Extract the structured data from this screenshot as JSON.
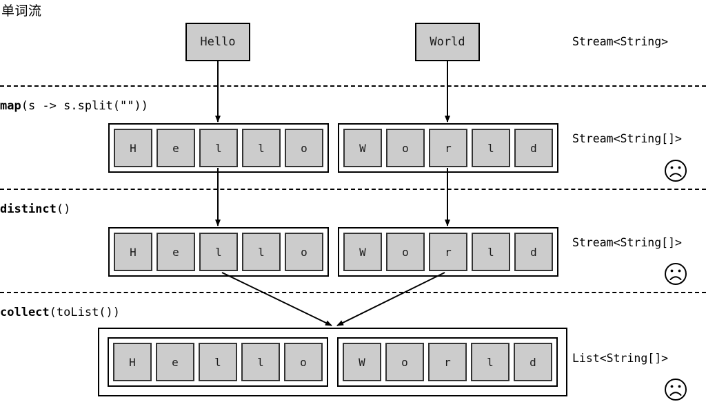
{
  "title": "单词流",
  "source_row": {
    "words": [
      {
        "text": "Hello"
      },
      {
        "text": "World"
      }
    ],
    "type_label": "Stream<String>"
  },
  "stages": [
    {
      "id": "map",
      "op_name": "map",
      "op_args": "(s -> s.split(\"\"))",
      "type_label": "Stream<String[]>",
      "status_icon": "sad-face-icon",
      "groups": [
        {
          "word": "Hello",
          "letters": [
            "H",
            "e",
            "l",
            "l",
            "o"
          ]
        },
        {
          "word": "World",
          "letters": [
            "W",
            "o",
            "r",
            "l",
            "d"
          ]
        }
      ]
    },
    {
      "id": "distinct",
      "op_name": "distinct",
      "op_args": "()",
      "type_label": "Stream<String[]>",
      "status_icon": "sad-face-icon",
      "groups": [
        {
          "word": "Hello",
          "letters": [
            "H",
            "e",
            "l",
            "l",
            "o"
          ]
        },
        {
          "word": "World",
          "letters": [
            "W",
            "o",
            "r",
            "l",
            "d"
          ]
        }
      ]
    },
    {
      "id": "collect",
      "op_name": "collect",
      "op_args": "(toList())",
      "type_label": "List<String[]>",
      "status_icon": "sad-face-icon",
      "groups": [
        {
          "word": "Hello",
          "letters": [
            "H",
            "e",
            "l",
            "l",
            "o"
          ]
        },
        {
          "word": "World",
          "letters": [
            "W",
            "o",
            "r",
            "l",
            "d"
          ]
        }
      ]
    }
  ],
  "colors": {
    "cell_fill": "#cccccc",
    "stroke": "#000000",
    "background": "#ffffff",
    "text": "#1a1a1a"
  }
}
